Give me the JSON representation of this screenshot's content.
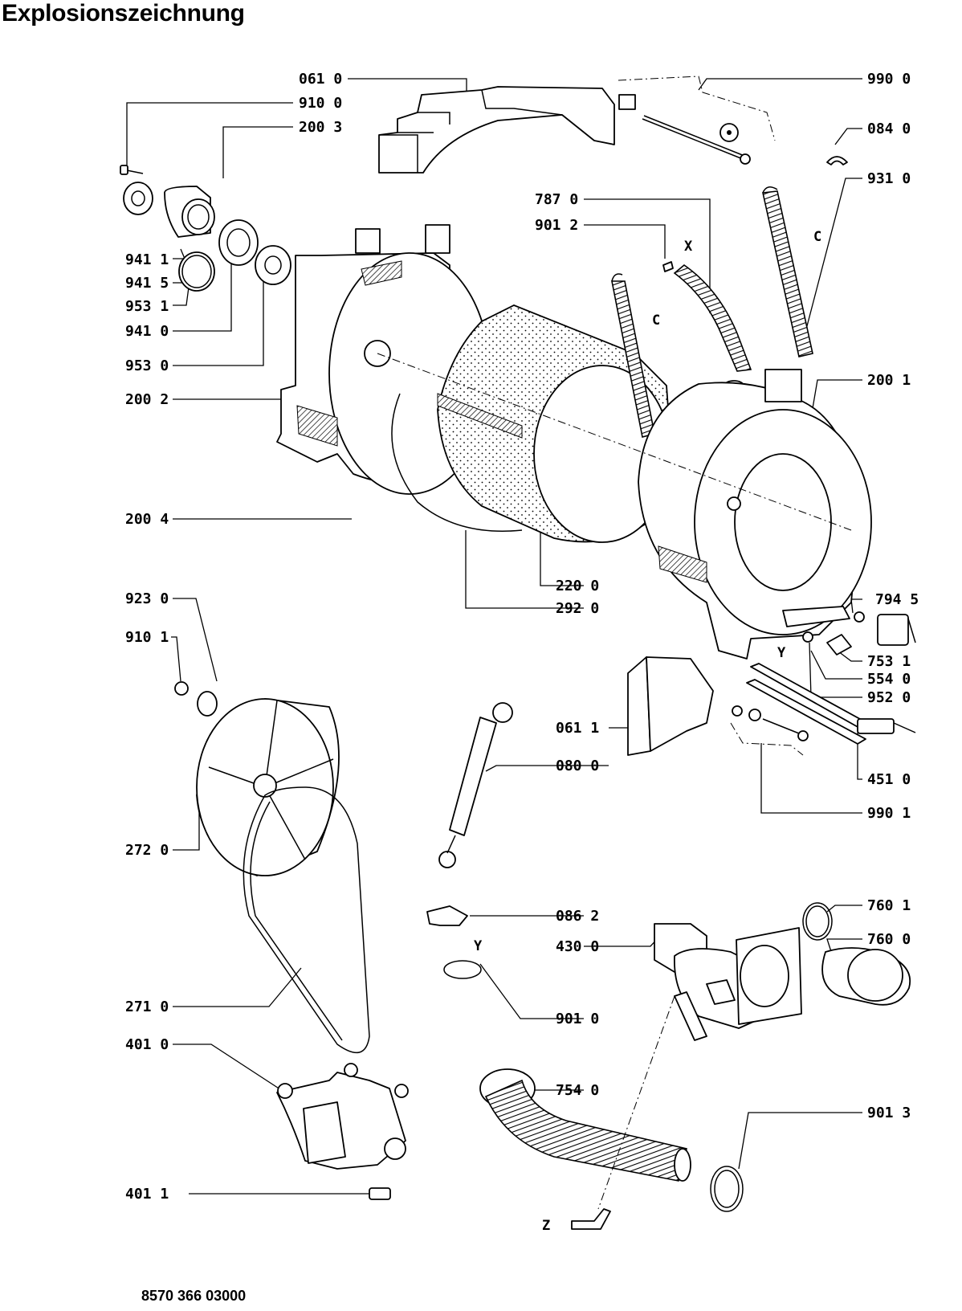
{
  "title": "Explosionszeichnung",
  "document_number": "8570 366 03000",
  "markers": {
    "x": "X",
    "y": "Y",
    "z": "Z",
    "c": "C"
  },
  "labels": {
    "p0610": "061  0",
    "p9100": "910  0",
    "p2003": "200  3",
    "p9411": "941  1",
    "p9415": "941  5",
    "p9531": "953  1",
    "p9410": "941  0",
    "p9530": "953  0",
    "p2002": "200  2",
    "p2004": "200  4",
    "p9900": "990  0",
    "p0840": "084  0",
    "p7870": "787  0",
    "p9012": "901  2",
    "p9310": "931  0",
    "p2001": "200  1",
    "p2200": "220  0",
    "p2920": "292  0",
    "p7945": "794  5",
    "p7531": "753  1",
    "p5540": "554  0",
    "p9520": "952  0",
    "p0611": "061  1",
    "p0800": "080  0",
    "p4510": "451  0",
    "p9901": "990  1",
    "p9230": "923  0",
    "p9101": "910  1",
    "p2720": "272  0",
    "p0862": "086  2",
    "p4300": "430  0",
    "p9010": "901 0",
    "p7601": "760  1",
    "p7600": "760  0",
    "p2710": "271  0",
    "p4010": "401  0",
    "p4011": "401  1",
    "p7540": "754  0",
    "p9013": "901  3"
  }
}
